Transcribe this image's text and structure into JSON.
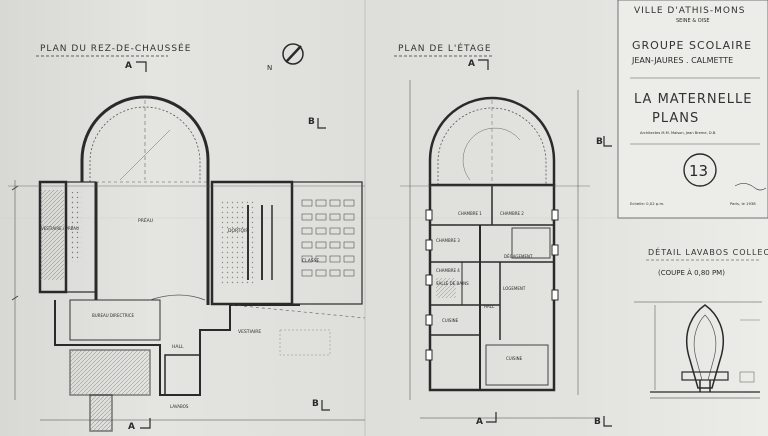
{
  "cartouche": {
    "city": "VILLE D'ATHIS-MONS",
    "department": "SEINE & OISE",
    "school_line1": "GROUPE SCOLAIRE",
    "school_line2": "JEAN-JAURES . CALMETTE",
    "building": "LA MATERNELLE",
    "doc_type": "PLANS",
    "architect": "Architectes M.M. Maison, Jean Breme, D.B.",
    "sheet_number": "13",
    "scale_note": "Echelle: 0,02 p.m.",
    "date_note": "Paris, le 1938"
  },
  "plans": {
    "ground_floor": {
      "title": "PLAN DU REZ-DE-CHAUSSÉE",
      "rooms": [
        "PRÉAU",
        "VESTIAIRE / PRÉAU",
        "DORTOIR",
        "CLASSE",
        "BUREAU DIRECTRICE",
        "HALL",
        "VESTIAIRE",
        "LAVABOS"
      ]
    },
    "upper_floor": {
      "title": "PLAN DE L'ÉTAGE",
      "rooms": [
        "CHAMBRE 1",
        "CHAMBRE 2",
        "CHAMBRE 3",
        "CHAMBRE 4",
        "DÉGAGEMENT",
        "SALLE DE BAINS",
        "LOGEMENT",
        "CUISINE",
        "HALL",
        "CUISINE"
      ]
    },
    "section_marks": [
      "A",
      "A",
      "B",
      "B"
    ],
    "north": "N"
  },
  "detail": {
    "title": "DÉTAIL LAVABOS COLLECTIFS",
    "subtitle": "(COUPE À 0,80 PM)"
  }
}
